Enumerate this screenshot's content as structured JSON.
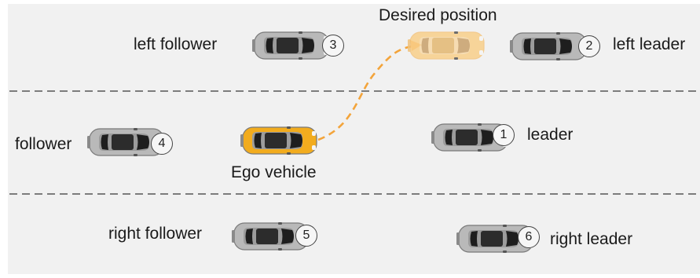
{
  "scene": {
    "labels": {
      "desired_position": "Desired position",
      "left_follower": "left follower",
      "left_leader": "left leader",
      "follower": "follower",
      "leader": "leader",
      "ego_vehicle": "Ego vehicle",
      "right_follower": "right follower",
      "right_leader": "right leader"
    },
    "vehicles": [
      {
        "id": "ego",
        "role": "Ego vehicle",
        "number": "",
        "color": "#f2ac1e"
      },
      {
        "id": "desired",
        "role": "Desired position",
        "number": "",
        "color": "#f9cf8a"
      },
      {
        "id": "1",
        "role": "leader",
        "number": "1",
        "color": "#b9b9b9"
      },
      {
        "id": "2",
        "role": "left leader",
        "number": "2",
        "color": "#b9b9b9"
      },
      {
        "id": "3",
        "role": "left follower",
        "number": "3",
        "color": "#b9b9b9"
      },
      {
        "id": "4",
        "role": "follower",
        "number": "4",
        "color": "#b9b9b9"
      },
      {
        "id": "5",
        "role": "right follower",
        "number": "5",
        "color": "#b9b9b9"
      },
      {
        "id": "6",
        "role": "right leader",
        "number": "6",
        "color": "#b9b9b9"
      }
    ],
    "colors": {
      "road": "#f1f1f1",
      "lane_marking": "#555555",
      "trajectory": "#f3a43b",
      "gray_car": "#b9b9b9",
      "ego_car": "#f2ac1e",
      "desired_car": "#f9cf8a"
    },
    "lane_marking_style": "dashed",
    "trajectory_style": "dashed-arrow"
  }
}
